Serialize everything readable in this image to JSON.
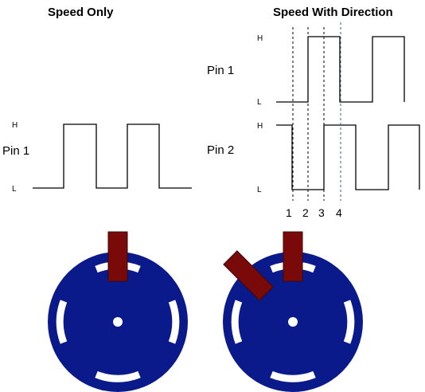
{
  "left": {
    "title": "Speed Only",
    "pin_label": "Pin 1",
    "high_label": "H",
    "low_label": "L"
  },
  "right": {
    "title": "Speed With Direction",
    "pin1_label": "Pin 1",
    "pin2_label": "Pin 2",
    "high_label": "H",
    "low_label": "L",
    "markers": [
      "1",
      "2",
      "3",
      "4"
    ]
  },
  "colors": {
    "disk": "#0a1a8a",
    "sensor": "#7a0a0a",
    "slot": "#ffffff",
    "line": "#000000"
  }
}
